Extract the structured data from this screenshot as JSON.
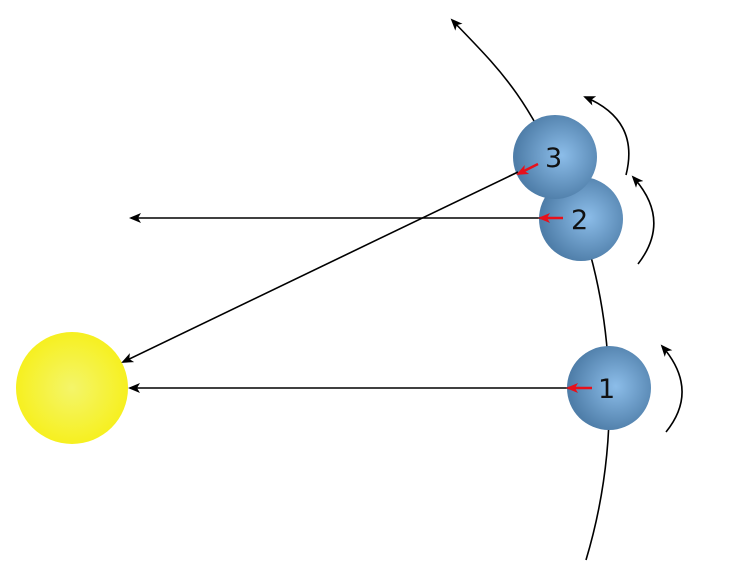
{
  "diagram": {
    "planets": [
      {
        "label": "1"
      },
      {
        "label": "2"
      },
      {
        "label": "3"
      }
    ],
    "colors": {
      "sun": "#f7f234",
      "planet": "#5b8cba",
      "planet_highlight": "#86b6e3",
      "local_arrow": "#e8101a",
      "lines": "#000000"
    }
  }
}
